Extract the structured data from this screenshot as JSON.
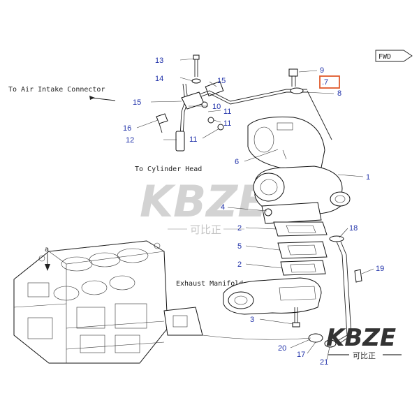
{
  "callouts": {
    "c1": "1",
    "c2a": "2",
    "c2b": "2",
    "c3": "3",
    "c4": "4",
    "c5": "5",
    "c6": "6",
    "c7": ".7",
    "c8": "8",
    "c9": "9",
    "c10": "10",
    "c11a": "11",
    "c11b": "11",
    "c12": "12",
    "c13": "13",
    "c14": "14",
    "c15a": "15",
    "c15b": "15",
    "c16": "16",
    "c17": "17",
    "c18": "18",
    "c19": "19",
    "c20": "20",
    "c21": "21"
  },
  "labels": {
    "air_intake": "To Air Intake Connector",
    "cylinder_head": "To Cylinder Head",
    "exhaust_manifold": "Exhaust Manifold",
    "view_a": "a",
    "fwd": "FWD"
  },
  "watermark": {
    "brand": "KBZE",
    "sub": "可比正"
  },
  "colors": {
    "callout": "#2233aa",
    "highlight_box": "#e05a2b",
    "watermark_gray": "#c9c9c9",
    "watermark_dark": "#333333"
  }
}
